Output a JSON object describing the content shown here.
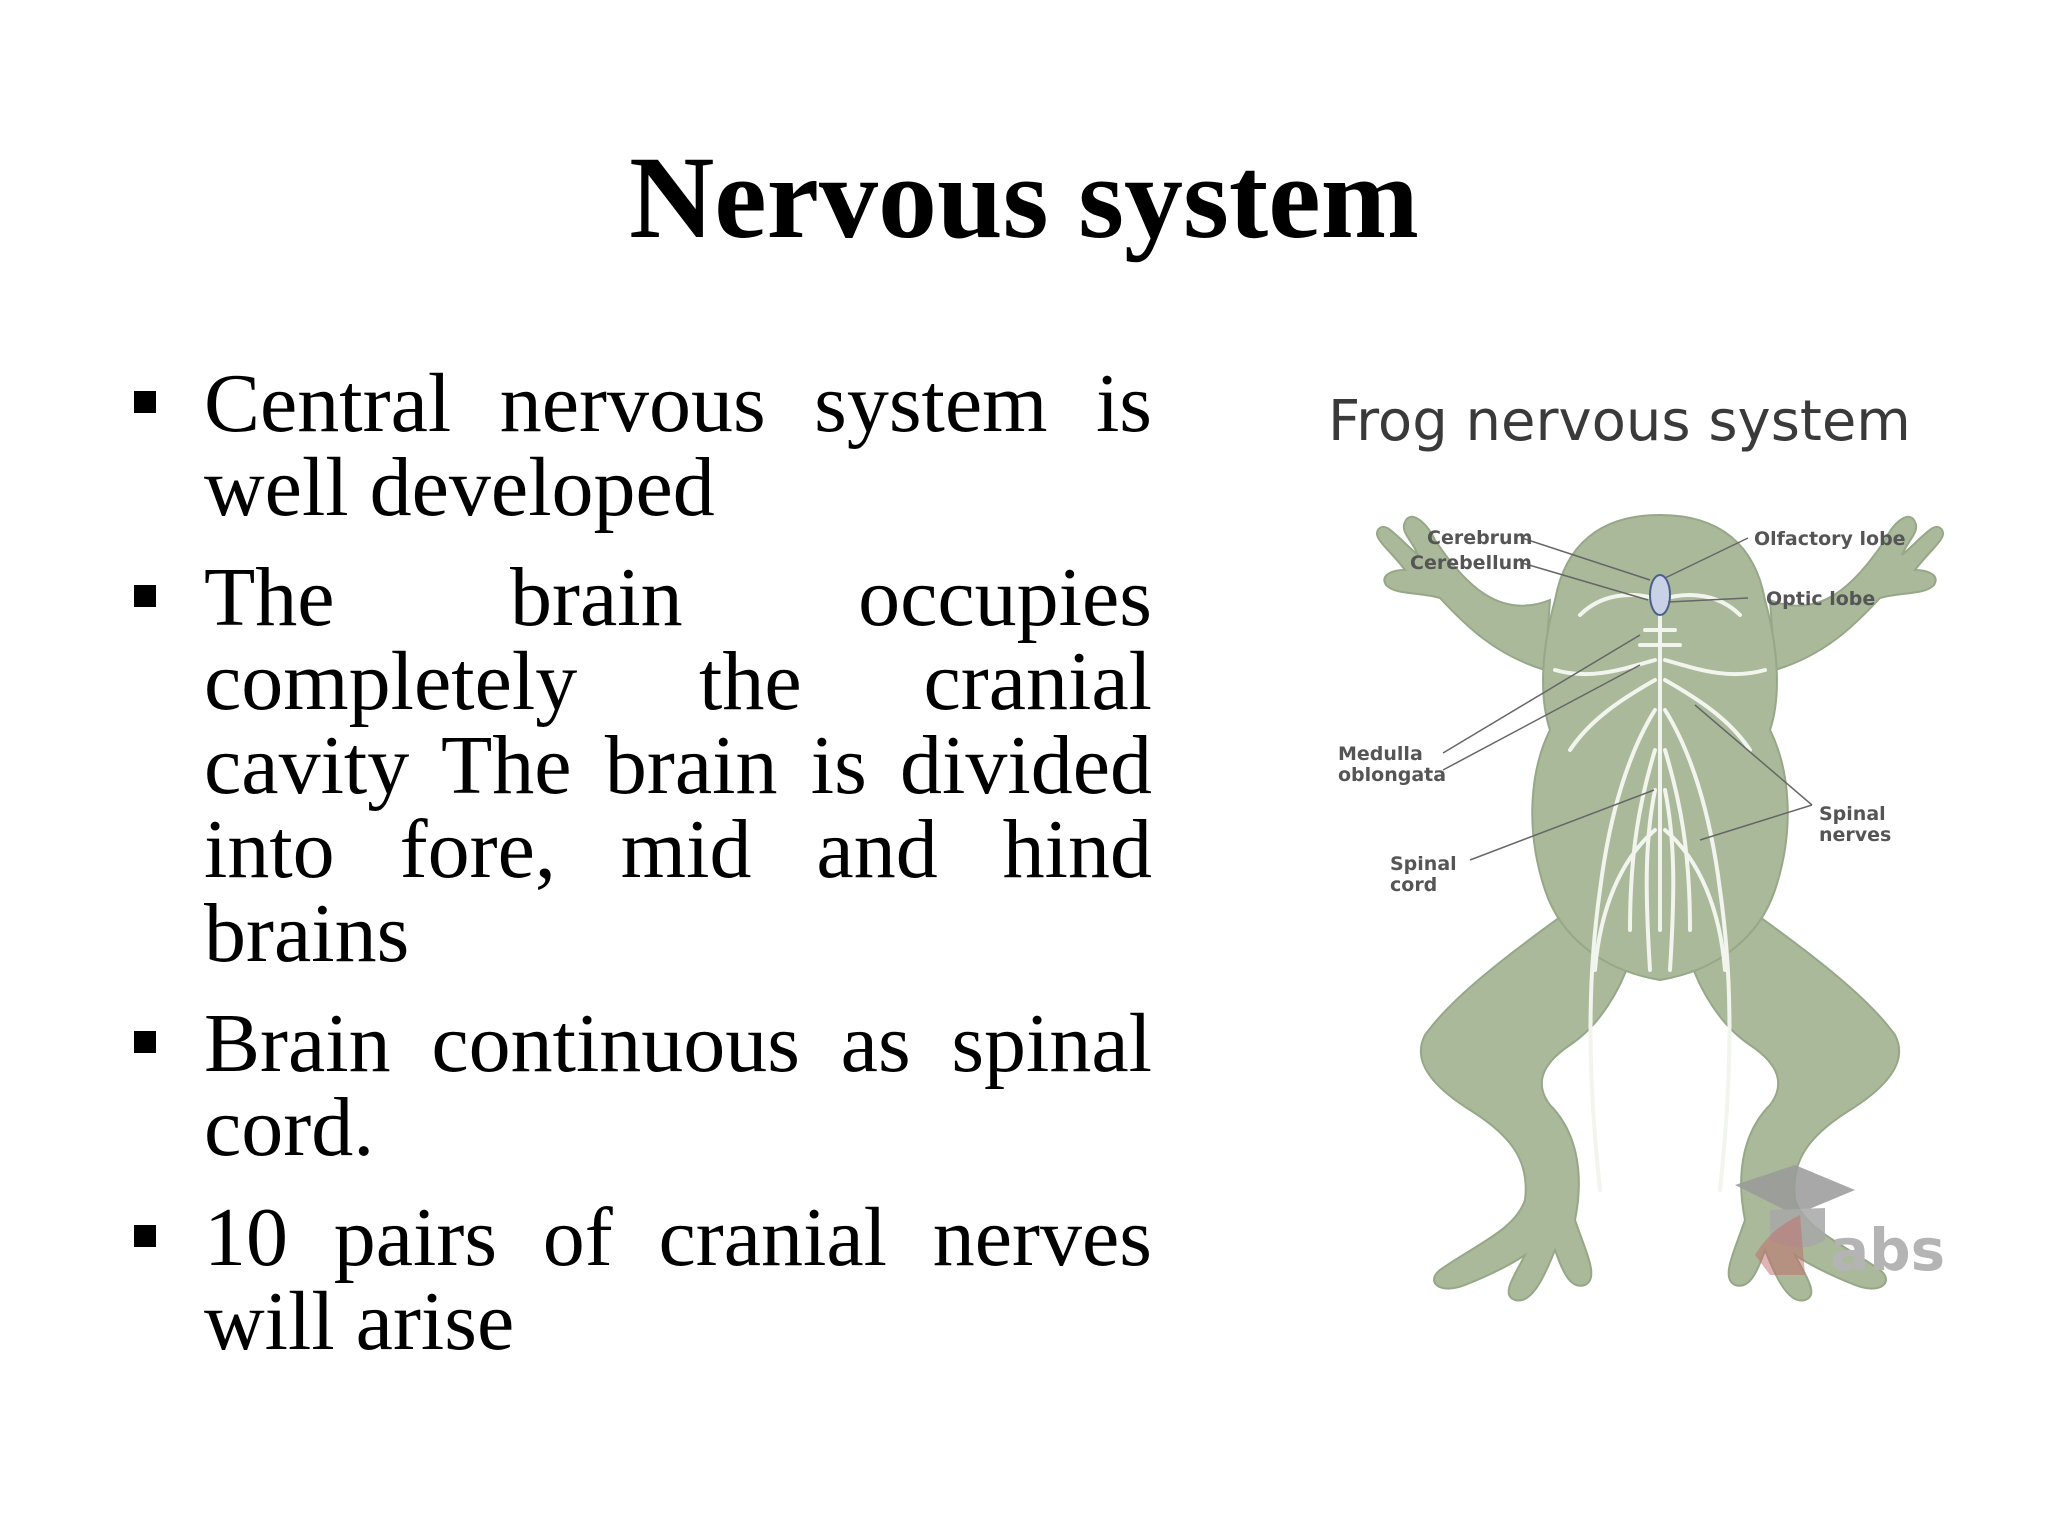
{
  "slide": {
    "title": "Nervous system",
    "bullets": [
      "Central nervous system is well developed",
      "The brain occupies completely the cranial cavity The brain is divided into fore, mid and hind brains",
      "Brain continuous as spinal cord.",
      "10 pairs of cranial nerves will arise"
    ]
  },
  "figure": {
    "title": "Frog nervous system",
    "labels": {
      "cerebrum": "Cerebrum",
      "cerebellum": "Cerebellum",
      "olfactory_lobe": "Olfactory lobe",
      "optic_lobe": "Optic lobe",
      "medulla_1": "Medulla",
      "medulla_2": "oblongata",
      "spinal_nerves_1": "Spinal",
      "spinal_nerves_2": "nerves",
      "spinal_cord_1": "Spinal",
      "spinal_cord_2": "cord"
    },
    "watermark": "abs",
    "colors": {
      "frog_body": "#a9b99a",
      "nerves": "#f2f4ee",
      "text": "#3a3a3a"
    }
  }
}
